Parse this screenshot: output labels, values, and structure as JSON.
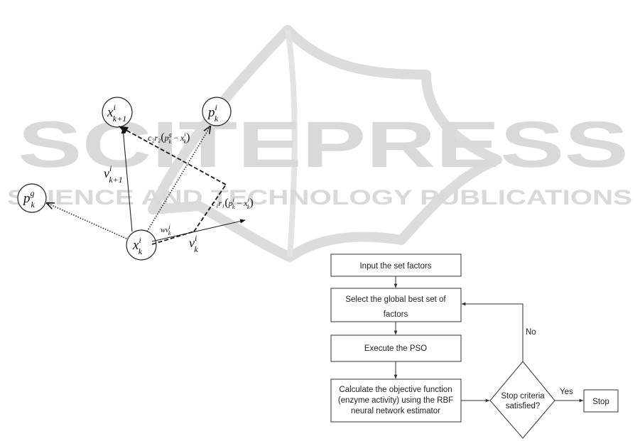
{
  "watermark": {
    "brand": "SCITEPRESS",
    "tagline": "SCIENCE AND TECHNOLOGY PUBLICATIONS"
  },
  "vector_diagram": {
    "nodes": {
      "x_next": {
        "base": "x",
        "sup": "i",
        "sub": "k+1"
      },
      "p_best": {
        "base": "p",
        "sup": "i",
        "sub": "k"
      },
      "p_global": {
        "base": "p",
        "sup": "g",
        "sub": "k"
      },
      "x_current": {
        "base": "x",
        "sup": "i",
        "sub": "k"
      }
    },
    "labels": {
      "v_next": {
        "base": "v",
        "sup": "i",
        "sub": "k+1"
      },
      "v_current": {
        "base": "v",
        "sup": "i",
        "sub": "k"
      },
      "inertia": {
        "base": "wv",
        "sup": "i",
        "sub": "k"
      },
      "social_term": {
        "coef": "c₂r₂",
        "open": "(",
        "p": "p",
        "p_sup": "g",
        "p_sub": "k",
        "minus": "−",
        "x": "x",
        "x_sup": "i",
        "x_sub": "k",
        "close": ")"
      },
      "cognitive_term": {
        "coef": "c₁r₁",
        "open": "(",
        "p": "p",
        "p_sup": "i",
        "p_sub": "k",
        "minus": "−",
        "x": "x",
        "x_sup": "i",
        "x_sub": "k",
        "close": ")"
      }
    }
  },
  "flowchart": {
    "boxes": {
      "input": "Input the set factors",
      "select_line1": "Select the global best set of",
      "select_line2": "factors",
      "execute": "Execute the PSO",
      "calc_line1": "Calculate the objective function",
      "calc_line2": "(enzyme activity) using the RBF",
      "calc_line3": "neural network estimator",
      "stop": "Stop"
    },
    "decision_line1": "Stop criteria",
    "decision_line2": "satisfied?",
    "yes_label": "Yes",
    "no_label": "No"
  }
}
